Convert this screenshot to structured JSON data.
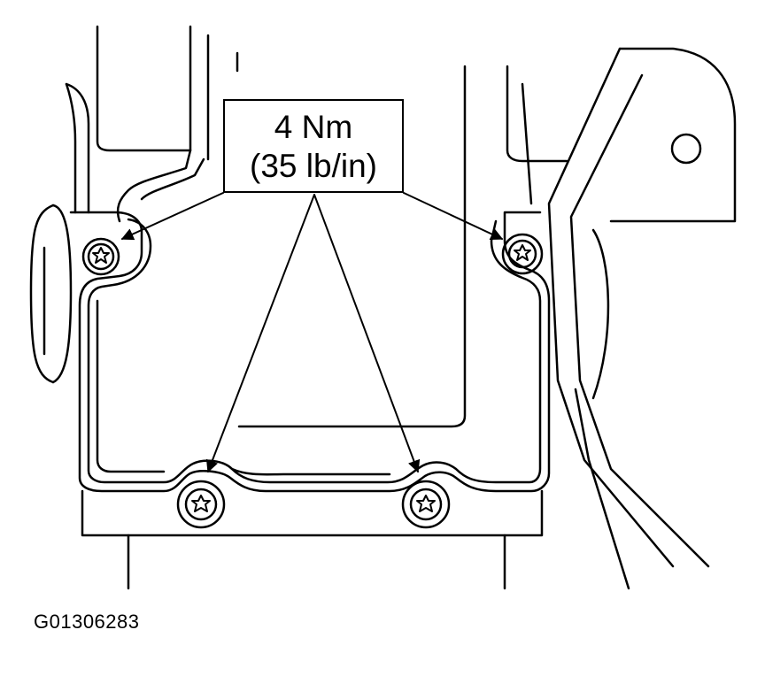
{
  "callout": {
    "torque_metric": "4 Nm",
    "torque_imperial": "(35 lb/in)"
  },
  "figure": {
    "id": "G01306283"
  },
  "components": {
    "fastener_count": 4,
    "fastener_type": "torx-bolt"
  }
}
